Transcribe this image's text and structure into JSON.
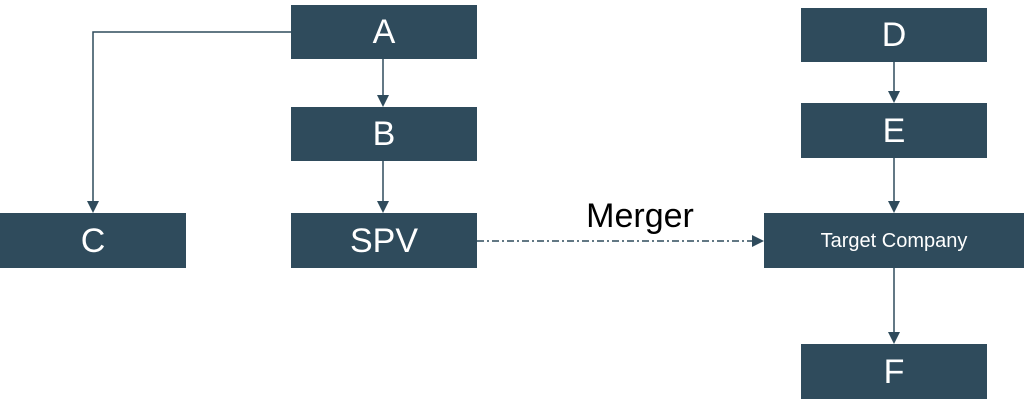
{
  "diagram": {
    "nodes": {
      "a": "A",
      "b": "B",
      "c": "C",
      "spv": "SPV",
      "d": "D",
      "e": "E",
      "target": "Target Company",
      "f": "F"
    },
    "edge_labels": {
      "merger": "Merger"
    },
    "colors": {
      "node_fill": "#2f4b5c",
      "node_text": "#ffffff",
      "connector": "#2f4b5c",
      "label_text": "#000000"
    }
  }
}
